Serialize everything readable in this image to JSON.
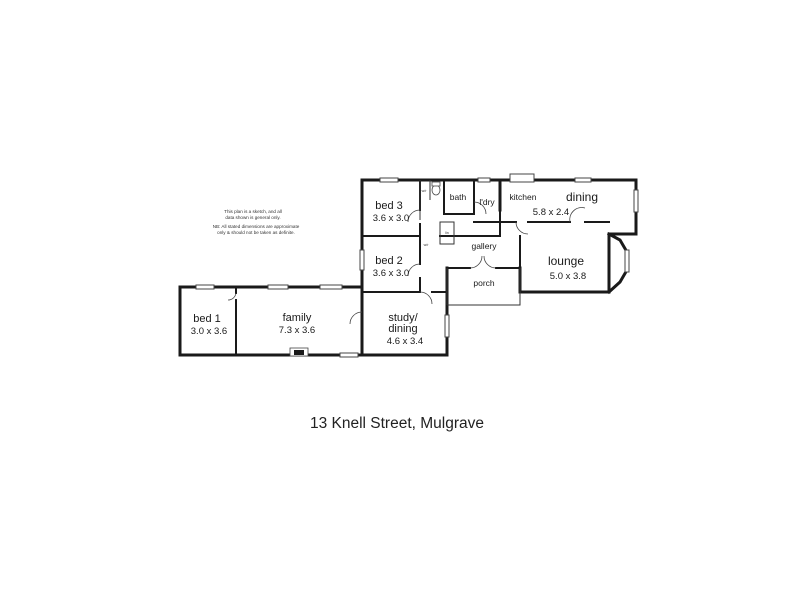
{
  "disclaimer": {
    "line1": "This plan is a sketch, and all",
    "line2": "data shown is general only.",
    "line3": "NB: All stated dimensions are approximate",
    "line4": "only & should not be taken as definite."
  },
  "rooms": {
    "bed1": {
      "name": "bed 1",
      "dims": "3.0 x 3.6"
    },
    "family": {
      "name": "family",
      "dims": "7.3 x 3.6"
    },
    "bed3": {
      "name": "bed 3",
      "dims": "3.6 x 3.0"
    },
    "bed2": {
      "name": "bed 2",
      "dims": "3.6 x 3.0"
    },
    "study": {
      "name_line1": "study/",
      "name_line2": "dining",
      "dims": "4.6 x 3.4"
    },
    "bath": {
      "name": "bath"
    },
    "laundry": {
      "name": "l'dry"
    },
    "kitchen": {
      "name": "kitchen"
    },
    "dining": {
      "name": "dining",
      "dims": "5.8 x 2.4"
    },
    "gallery": {
      "name": "gallery"
    },
    "lounge": {
      "name": "lounge",
      "dims": "5.0 x 3.8"
    },
    "porch": {
      "name": "porch"
    }
  },
  "fixture_labels": {
    "robe": "w/r",
    "linen": "lin"
  },
  "caption": "13 Knell Street, Mulgrave"
}
